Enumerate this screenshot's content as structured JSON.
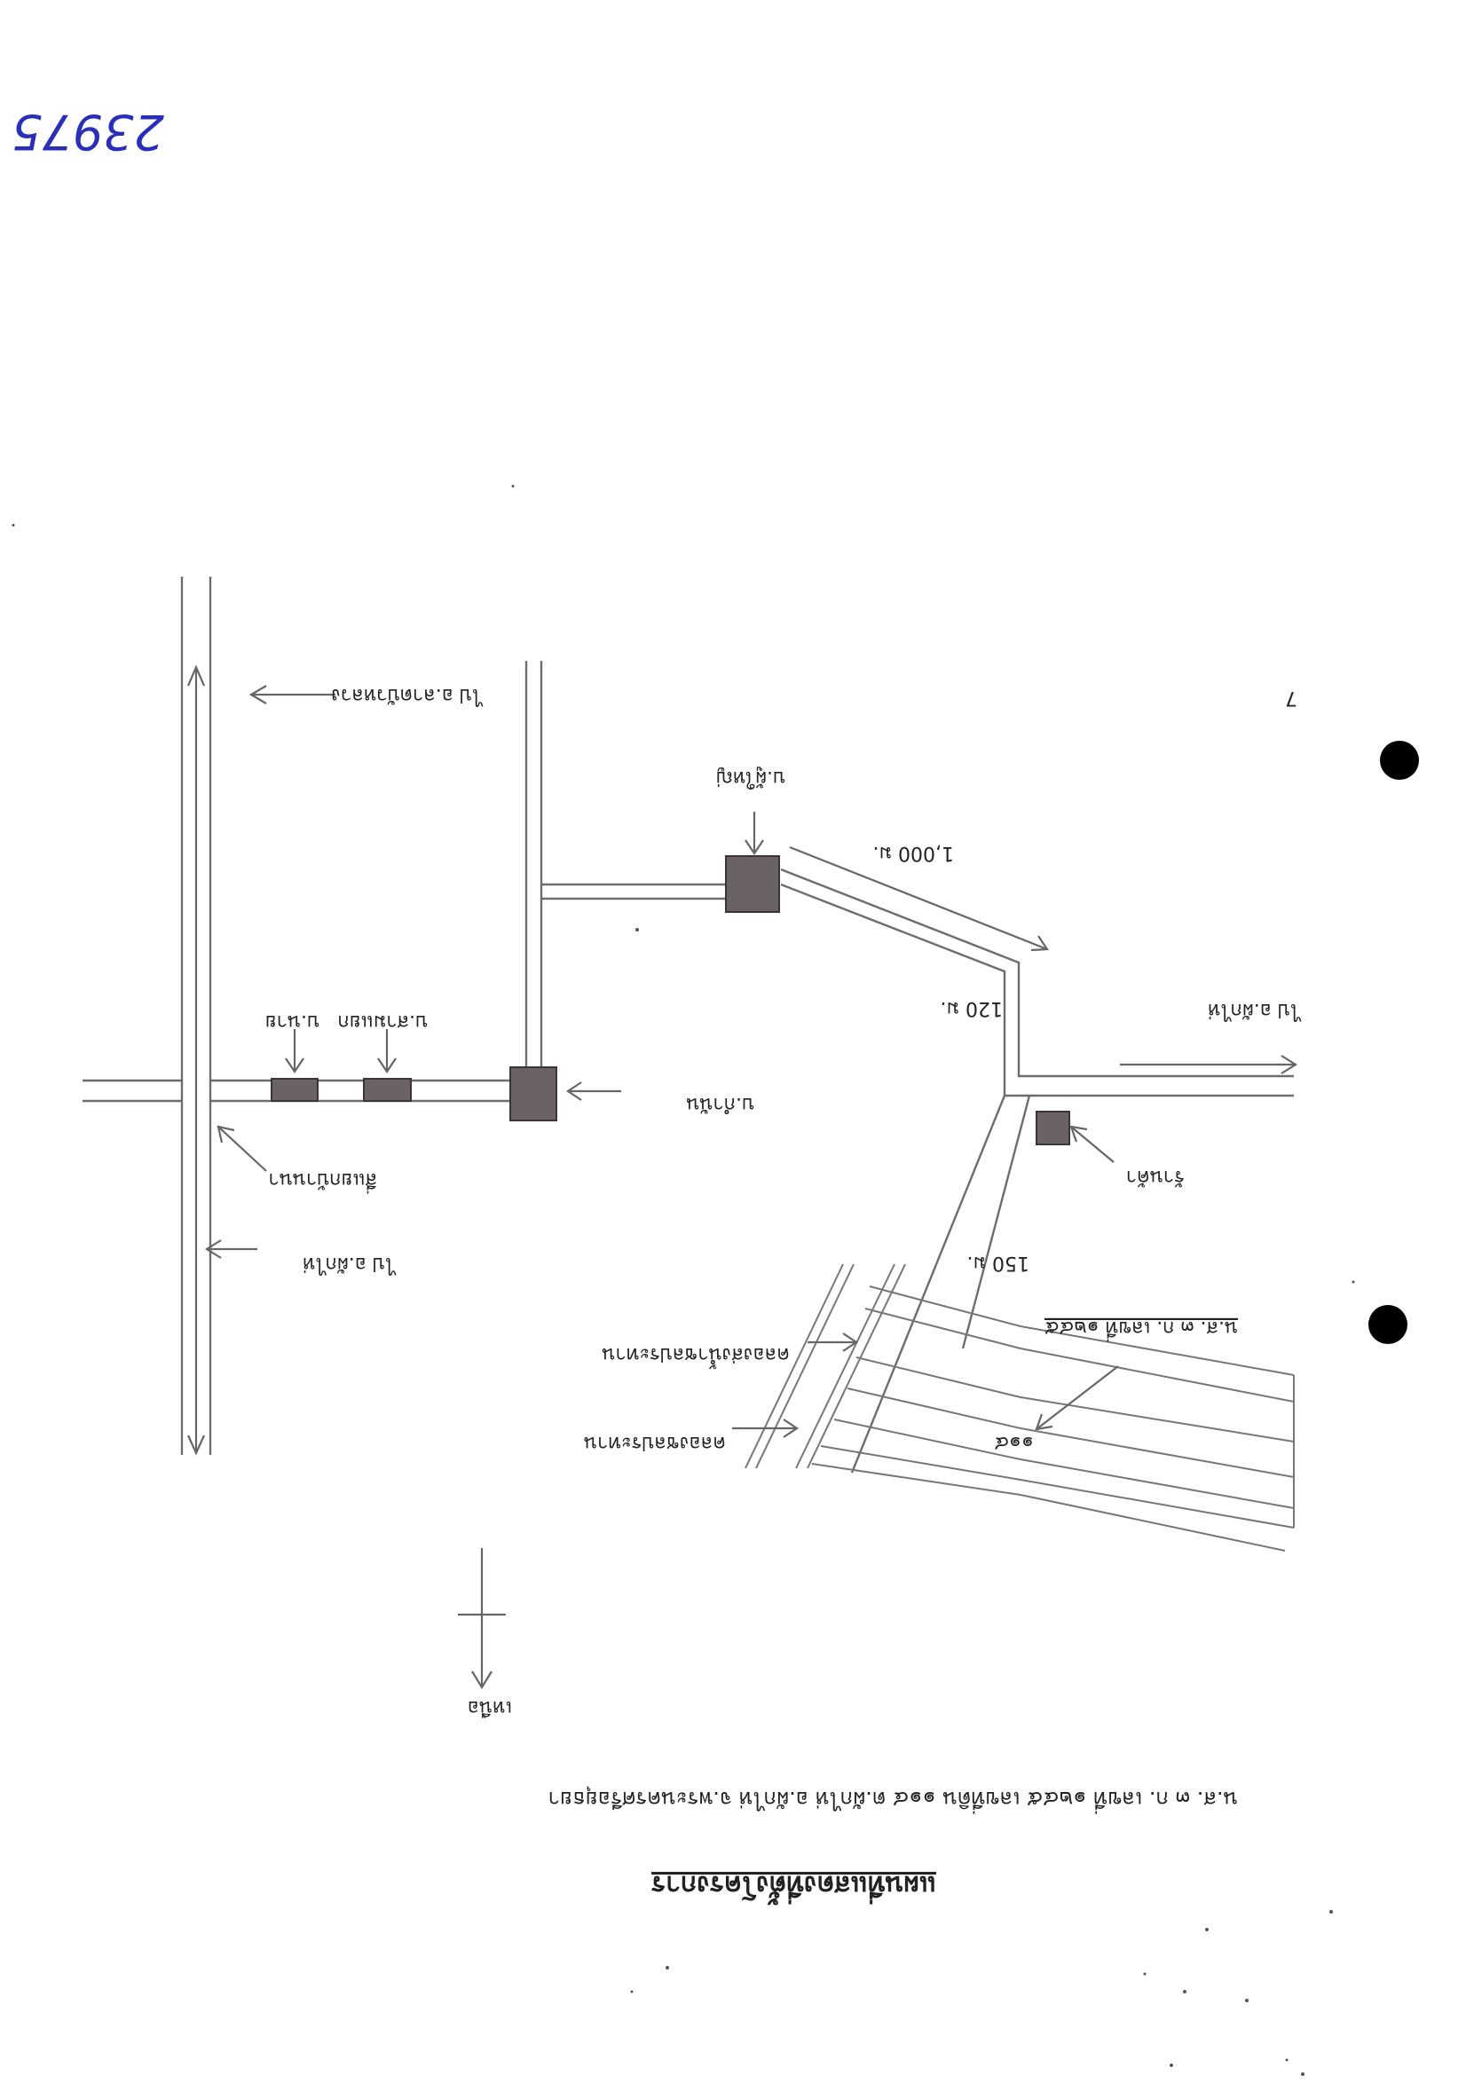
{
  "document": {
    "handwritten_number": "23975",
    "title": "แผนที่แสดงที่ตั้งโครงการ",
    "subtitle": "น.ส. ๓ ก. เลขที่ ๑๒๔๕ เลขที่ดิน ๑๑๔ ต.ผักไห่ อ.ผักไห่ จ.พระนครศรีอยุธยา",
    "page_number": "7"
  },
  "map": {
    "north_label": "เหนือ",
    "labels": {
      "to_town": "ไป อ.ผักไห่",
      "to_district_right": "ไป อ.ผักไห่",
      "to_upper": "ไป อ.ลาดบัวหลวง",
      "intersection": "สี่แยกบ้านนา",
      "house_a": "บ.นาย",
      "house_b": "บ.สามแยก",
      "house_c": "บ.กำนัน",
      "house_d": "บ.ผู้ใหญ่",
      "house_e": "ร้านค้า",
      "canal": "คลองชลประทาน",
      "main_canal": "คลองส่งน้ำชลประทาน",
      "parcel": "น.ส. ๓ ก. เลขที่ ๑๒๔๕",
      "parcel_num": "๑๑๔",
      "dist_1000": "1,000 ม.",
      "dist_120": "120 ม.",
      "dist_150": "150 ม."
    }
  }
}
